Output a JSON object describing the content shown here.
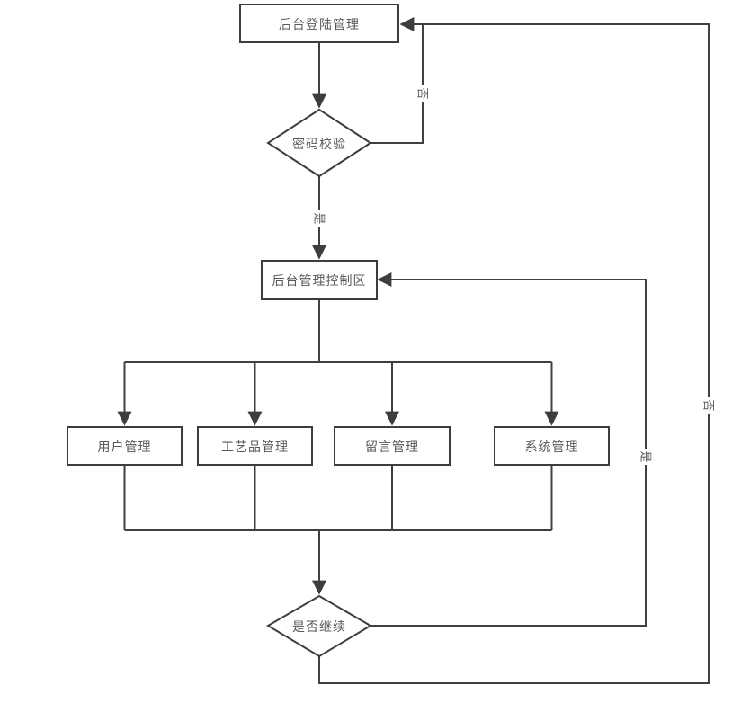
{
  "diagram": {
    "nodes": [
      {
        "id": "login",
        "type": "rect",
        "label": "后台登陆管理"
      },
      {
        "id": "verify",
        "type": "diamond",
        "label": "密码校验"
      },
      {
        "id": "control",
        "type": "rect",
        "label": "后台管理控制区"
      },
      {
        "id": "user",
        "type": "rect",
        "label": "用户管理"
      },
      {
        "id": "craft",
        "type": "rect",
        "label": "工艺品管理"
      },
      {
        "id": "message",
        "type": "rect",
        "label": "留言管理"
      },
      {
        "id": "system",
        "type": "rect",
        "label": "系统管理"
      },
      {
        "id": "continue",
        "type": "diamond",
        "label": "是否继续"
      }
    ],
    "edge_labels": [
      {
        "id": "verify-no",
        "text": "否"
      },
      {
        "id": "verify-yes",
        "text": "是"
      },
      {
        "id": "continue-yes",
        "text": "是"
      },
      {
        "id": "continue-no",
        "text": "否"
      }
    ],
    "colors": {
      "line": "#404040",
      "border": "#3d3d3d",
      "text": "#595959",
      "node_fill": "#ffffff",
      "background": "#ffffff"
    }
  }
}
